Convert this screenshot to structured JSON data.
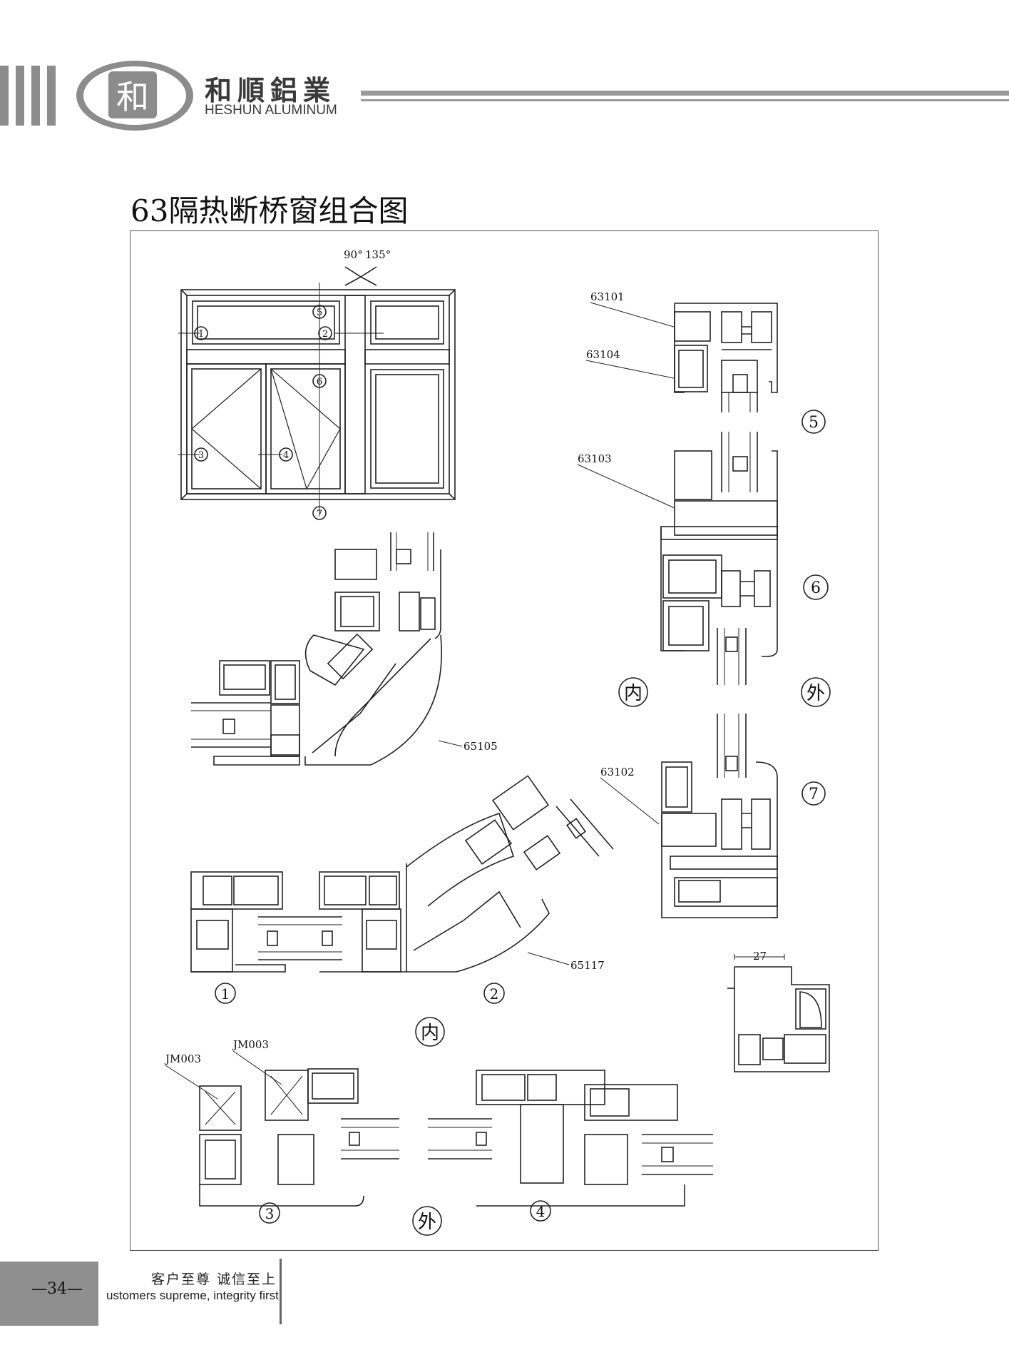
{
  "brand": {
    "name_cn": "和順鋁業",
    "name_en": "HESHUN ALUMINUM",
    "logo_glyph": "和"
  },
  "title": "63隔热断桥窗组合图",
  "angles": {
    "a90": "90°",
    "a135": "135°"
  },
  "circled": {
    "n1": "1",
    "n2": "2",
    "n3": "3",
    "n4": "4",
    "n5": "5",
    "n6": "6",
    "n7": "7"
  },
  "parts": {
    "p63101": "63101",
    "p63104": "63104",
    "p63103": "63103",
    "p63102": "63102",
    "p65105": "65105",
    "p65117": "65117",
    "jm_a": "JM003",
    "jm_b": "JM003",
    "dim27": "27"
  },
  "sides": {
    "inner": "内",
    "outer": "外"
  },
  "footer": {
    "page": "—34—",
    "slogan_cn": "客户至尊  诚信至上",
    "slogan_en": "ustomers supreme, integrity first"
  }
}
